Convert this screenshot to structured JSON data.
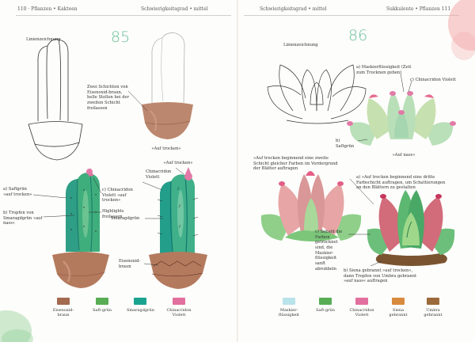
{
  "left_page": {
    "header_left": "110 · Pflanzen • Kakteen",
    "header_right": "Schwierigkeitsgrad • mittel",
    "exercise_number": "85",
    "line_drawing_label": "Linienzeichnung",
    "step1_note": "Zwei Schichten von Eisenoxid-braun, helle Stellen bei der zweiten Schicht freilassen",
    "step1_caption": "»Auf trocken«",
    "step2_caption": "»Auf trocken«",
    "ann_a": "a) Saftgrün »auf trocken«",
    "ann_b": "b) Tropfen von Smaragdgrün »auf nass«",
    "ann_c": "c) Chinacridon Violett »auf trocken«",
    "ann_highlights": "Highlights freilassen",
    "ann_chinacridon": "Chinacridon Violett",
    "ann_smaragd": "Smaragdgrün",
    "ann_eisenoxid": "Eisenoxid-braun",
    "swatches": [
      {
        "label": "Eisenoxid-braun",
        "color": "#a36a4f"
      },
      {
        "label": "Saft-grün",
        "color": "#58ad55"
      },
      {
        "label": "Smaragdgrün",
        "color": "#1aa48f"
      },
      {
        "label": "Chinacridon Violett",
        "color": "#e2709e"
      }
    ]
  },
  "right_page": {
    "header_left": "Schwierigkeitsgrad • mittel",
    "header_right": "Sukkulente • Pflanzen 111",
    "exercise_number": "86",
    "line_drawing_label": "Linienzeichnung",
    "ann_a1": "a) Maskierflüssigkeit (Zeit zum Trocknen geben)",
    "ann_c1": "c) Chinacridon Violett",
    "ann_b1": "b) Saftgrün",
    "caption1": "»Auf nass«",
    "step2_note": "»Auf trocken beginnend eine zweite Schicht gleicher Farben im Vordergrund der Blätter auftragen",
    "ann_a3": "a) »Auf trocken beginnend eine dritte Farbschicht auftragen, um Schattierungen an den Blättern zu gestalten",
    "ann_c3": "c) Sobald die Farben getrocknet sind, die Maskier-flüssigkeit sanft abrubbeln",
    "ann_b3": "b) Siena gebrannt »auf trocken«, dann Tropfen von Umbra gebrannt »auf nass« auftragen",
    "swatches": [
      {
        "label": "Maskier-flüssigkeit",
        "color": "#b9e3ea"
      },
      {
        "label": "Saft-grün",
        "color": "#58ad55"
      },
      {
        "label": "Chinacridon Violett",
        "color": "#e2709e"
      },
      {
        "label": "Siena gebrannt",
        "color": "#d88a3e"
      },
      {
        "label": "Umbra gebrannt",
        "color": "#9c6a3a"
      }
    ]
  }
}
